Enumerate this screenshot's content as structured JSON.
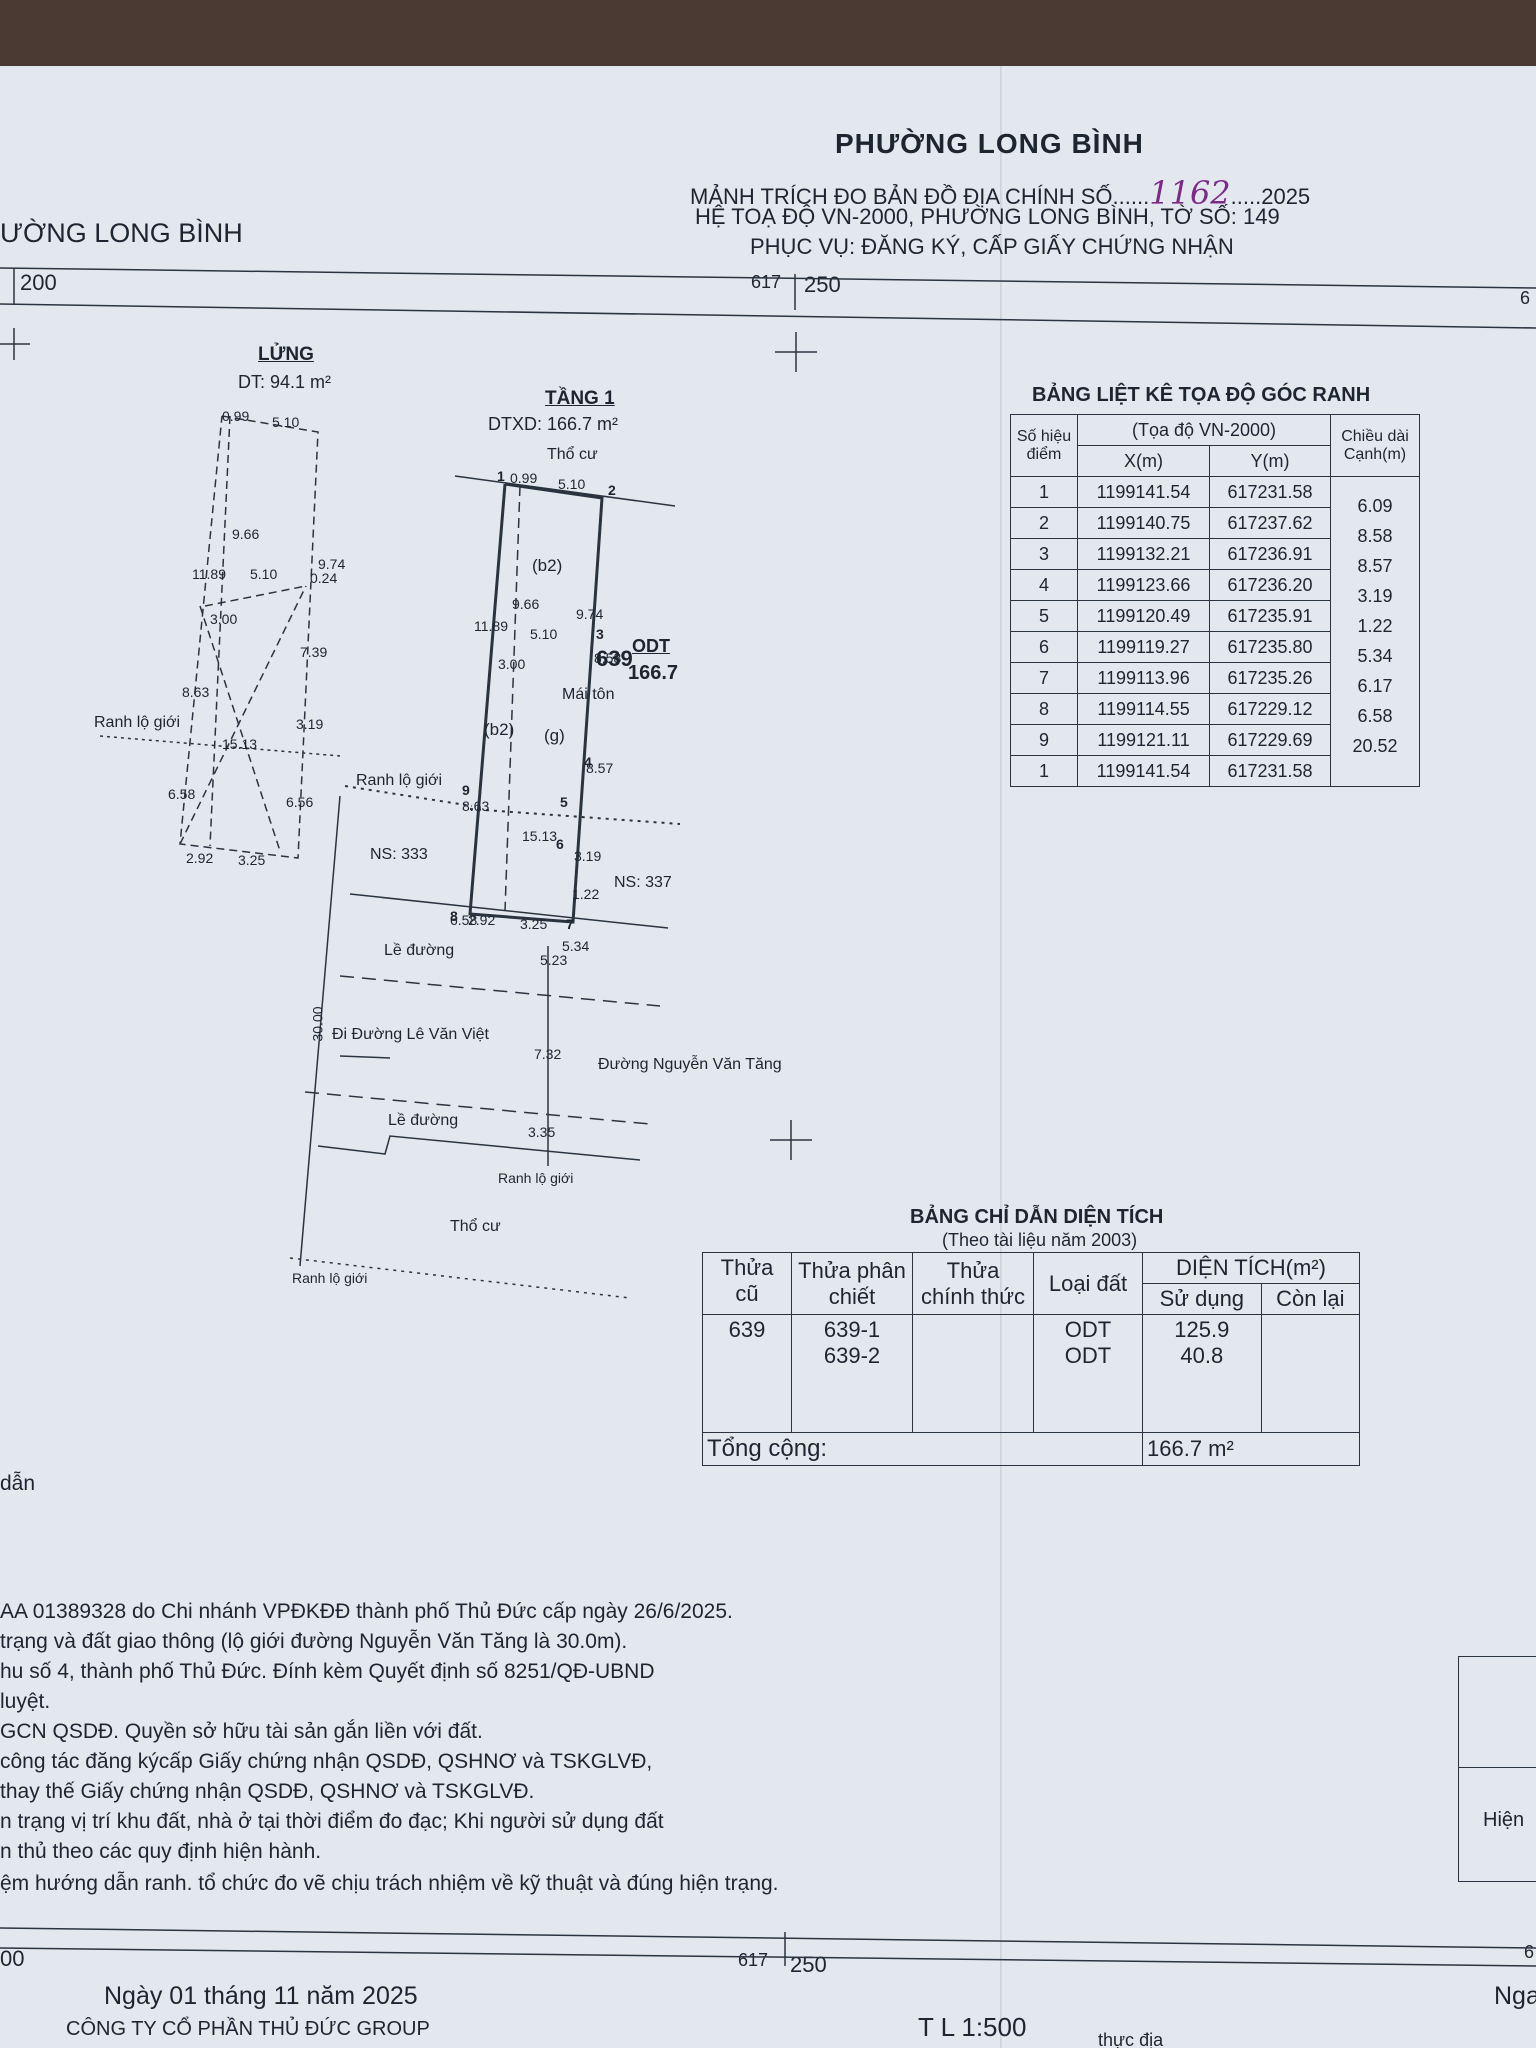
{
  "header": {
    "title": "PHƯỜNG LONG BÌNH",
    "line1_prefix": "MẢNH TRÍCH ĐO BẢN ĐỒ ĐỊA CHÍNH SỐ",
    "line1_number": "1162",
    "line1_year": "2025",
    "line2": "HỆ TOẠ ĐỘ VN-2000, PHƯỜNG LONG BÌNH, TỜ SỐ: 149",
    "line3": "PHỤC VỤ: ĐĂNG KÝ, CẤP GIẤY CHỨNG NHẬN",
    "left_ward": "ƯỜNG LONG BÌNH"
  },
  "grid": {
    "left_y": "200",
    "mid_x": "617",
    "mid_y": "250",
    "right_mark": "6",
    "bottom_left_y": "00",
    "bottom_mid_x": "617",
    "bottom_mid_y": "250",
    "bottom_right_mark": "6"
  },
  "plan_lung": {
    "title": "LỬNG",
    "area": "DT: 94.1 m²",
    "dims": [
      "0.99",
      "5.10",
      "11.89",
      "9.66",
      "9.74",
      "5.10",
      "0.24",
      "3.00",
      "8.63",
      "15.13",
      "7.39",
      "3.19",
      "6.58",
      "6.56",
      "2.92",
      "3.25"
    ],
    "rlg": "Ranh lộ giới"
  },
  "plan_tang1": {
    "title": "TẦNG 1",
    "area": "DTXD: 166.7 m²",
    "tho_cu_top": "Thổ cư",
    "points": [
      "1",
      "2",
      "3",
      "4",
      "5",
      "6",
      "7",
      "8",
      "9"
    ],
    "dims": [
      "0.99",
      "5.10",
      "11.89",
      "9.66",
      "9.74",
      "8.58",
      "5.10",
      "3.00",
      "8.63",
      "15.13",
      "8.57",
      "3.19",
      "1.22",
      "6.58",
      "5.34",
      "2.92",
      "3.25"
    ],
    "labels": {
      "b2a": "(b2)",
      "b2b": "(b2)",
      "g": "(g)",
      "mai_ton": "Mái tôn",
      "parcel": "639",
      "land": "ODT",
      "parcel_area": "166.7",
      "ns_left": "NS: 333",
      "ns_right": "NS: 337",
      "rlg": "Ranh lộ giới"
    }
  },
  "road": {
    "le_duong_1": "Lề đường",
    "dim_523": "5.23",
    "width": "30.00",
    "to_le_van_viet": "Đi Đường Lê Văn Việt",
    "dim_732": "7.32",
    "road_name": "Đường Nguyễn Văn Tăng",
    "le_duong_2": "Lề đường",
    "dim_335": "3.35",
    "rlg_1": "Ranh lộ giới",
    "tho_cu": "Thổ cư",
    "rlg_2": "Ranh lộ giới"
  },
  "coord_table": {
    "title": "BẢNG LIỆT KÊ TỌA ĐỘ GÓC RANH",
    "h_point": "Số hiệu điểm",
    "h_system": "(Tọa độ VN-2000)",
    "h_x": "X(m)",
    "h_y": "Y(m)",
    "h_len": "Chiều dài Cạnh(m)",
    "rows": [
      {
        "p": "1",
        "x": "1199141.54",
        "y": "617231.58"
      },
      {
        "p": "2",
        "x": "1199140.75",
        "y": "617237.62"
      },
      {
        "p": "3",
        "x": "1199132.21",
        "y": "617236.91"
      },
      {
        "p": "4",
        "x": "1199123.66",
        "y": "617236.20"
      },
      {
        "p": "5",
        "x": "1199120.49",
        "y": "617235.91"
      },
      {
        "p": "6",
        "x": "1199119.27",
        "y": "617235.80"
      },
      {
        "p": "7",
        "x": "1199113.96",
        "y": "617235.26"
      },
      {
        "p": "8",
        "x": "1199114.55",
        "y": "617229.12"
      },
      {
        "p": "9",
        "x": "1199121.11",
        "y": "617229.69"
      },
      {
        "p": "1",
        "x": "1199141.54",
        "y": "617231.58"
      }
    ],
    "lengths": [
      "6.09",
      "8.58",
      "8.57",
      "3.19",
      "1.22",
      "5.34",
      "6.17",
      "6.58",
      "20.52"
    ]
  },
  "area_table": {
    "title": "BẢNG CHỈ DẪN DIỆN TÍCH",
    "subtitle": "(Theo tài liệu năm 2003)",
    "h_old": "Thửa cũ",
    "h_split": "Thửa phân chiết",
    "h_official": "Thửa chính thức",
    "h_land": "Loại đất",
    "h_area": "DIỆN TÍCH(m²)",
    "h_used": "Sử dụng",
    "h_rest": "Còn lại",
    "old": "639",
    "rows": [
      {
        "split": "639-1",
        "land": "ODT",
        "used": "125.9"
      },
      {
        "split": "639-2",
        "land": "ODT",
        "used": "40.8"
      }
    ],
    "total_label": "Tổng cộng:",
    "total_value": "166.7 m²"
  },
  "notes": [
    "dẫn",
    "AA 01389328 do Chi nhánh VPĐKĐĐ thành phố Thủ Đức cấp ngày 26/6/2025.",
    "trạng và đất giao thông (lộ giới đường Nguyễn Văn Tăng là 30.0m).",
    "hu số 4, thành phố Thủ Đức. Đính kèm Quyết định số 8251/QĐ-UBND",
    "luyệt.",
    "GCN QSDĐ. Quyền sở hữu tài sản gắn liền với đất.",
    "công tác đăng kýcấp Giấy chứng nhận QSDĐ, QSHNƠ và TSKGLVĐ,",
    "thay thế Giấy chứng nhận QSDĐ, QSHNƠ và TSKGLVĐ.",
    "n trạng vị trí khu đất, nhà ở tại thời điểm đo đạc; Khi người sử dụng đất",
    "n thủ theo các quy định hiện hành.",
    "ệm hướng dẫn ranh. tổ chức đo vẽ chịu trách nhiệm về kỹ thuật và đúng hiện trạng."
  ],
  "footer": {
    "date": "Ngày 01 tháng 11 năm 2025",
    "company": "CÔNG TY CỔ PHẦN THỦ ĐỨC GROUP",
    "scale": "T L 1:500",
    "right_partial": "Nga",
    "right_box": "Hiện",
    "bottom_partial": "thực địa"
  }
}
